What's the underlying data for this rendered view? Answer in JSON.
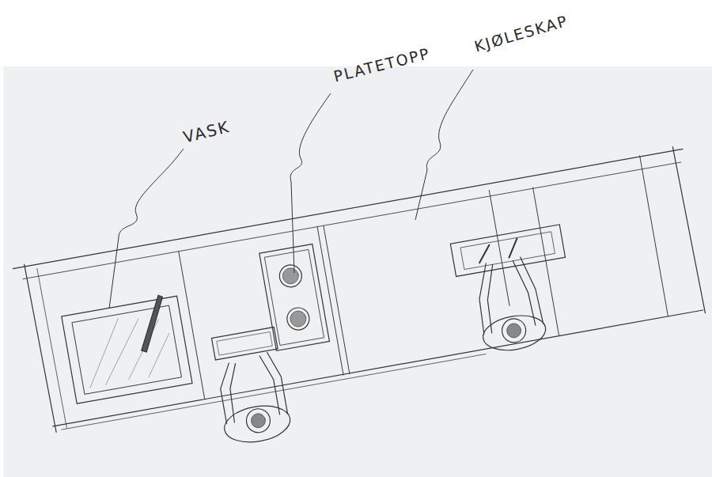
{
  "diagram": {
    "labels": [
      "VASK",
      "PLATETOPP",
      "KJØLESKAP"
    ]
  }
}
